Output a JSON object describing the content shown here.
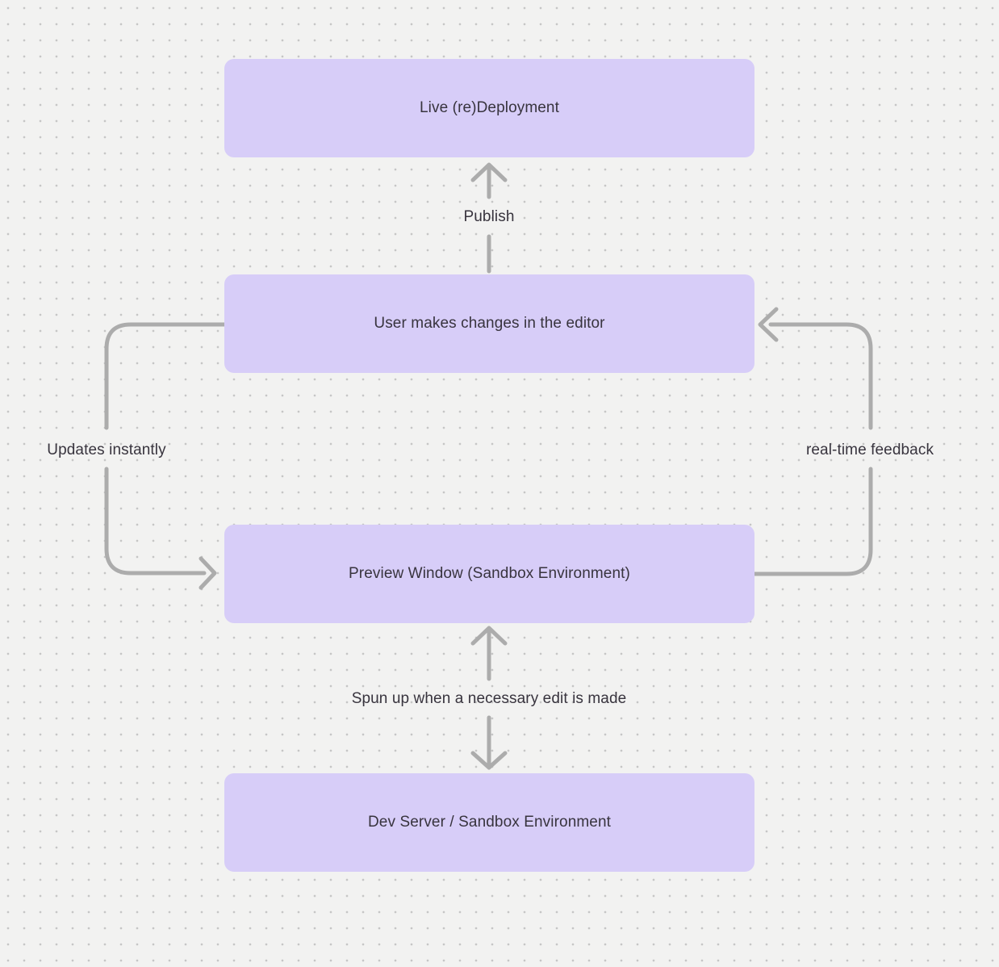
{
  "diagram": {
    "colors": {
      "background": "#F2F2F1",
      "grid_dot": "#C6C6C6",
      "node_fill": "#D7CDF8",
      "text": "#38343E",
      "arrow": "#ACACAC"
    },
    "nodes": [
      {
        "id": "live-redeployment",
        "label": "Live (re)Deployment"
      },
      {
        "id": "user-editor",
        "label": "User makes changes in the editor"
      },
      {
        "id": "preview-window",
        "label": "Preview Window (Sandbox Environment)"
      },
      {
        "id": "dev-server",
        "label": "Dev Server / Sandbox Environment"
      }
    ],
    "edge_labels": {
      "publish": "Publish",
      "updates_instantly": "Updates instantly",
      "realtime_feedback": "real-time feedback",
      "spun_up": "Spun up when a necessary edit is made"
    }
  }
}
